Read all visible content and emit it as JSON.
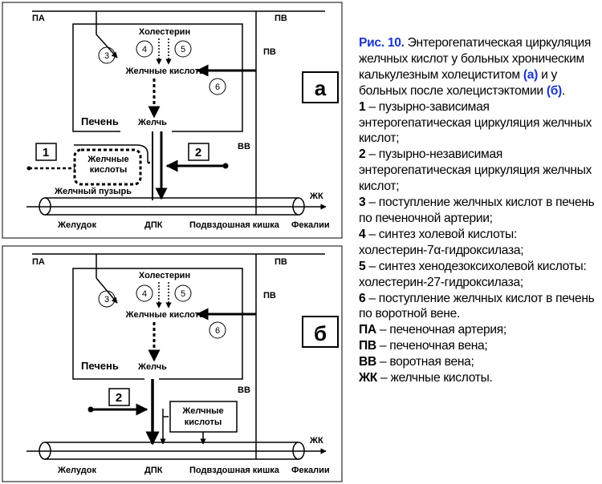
{
  "panel_a": {
    "tag": "а",
    "top_left": "ПА",
    "top_right": "ПВ",
    "pv_label": "ПВ",
    "cholesterol": "Холестерин",
    "bile_acids": "Желчные кислоты",
    "liver": "Печень",
    "bile": "Желчь",
    "gallbladder_acids_1": "Желчные",
    "gallbladder_acids_2": "кислоты",
    "gallbladder": "Желчный пузырь",
    "vv": "ВВ",
    "zhk": "ЖК",
    "stomach": "Желудок",
    "dpk": "ДПК",
    "ileum": "Подвздошная кишка",
    "feces": "Фекалии",
    "circle_3": "3",
    "circle_4": "4",
    "circle_5": "5",
    "circle_6": "6",
    "box_1": "1",
    "box_2": "2"
  },
  "panel_b": {
    "tag": "б",
    "top_left": "ПА",
    "top_right": "ПВ",
    "pv_label": "ПВ",
    "cholesterol": "Холестерин",
    "bile_acids": "Желчные кислоты",
    "liver": "Печень",
    "bile": "Желчь",
    "box_acids_1": "Желчные",
    "box_acids_2": "кислоты",
    "vv": "ВВ",
    "zhk": "ЖК",
    "stomach": "Желудок",
    "dpk": "ДПК",
    "ileum": "Подвздошная кишка",
    "feces": "Фекалии",
    "circle_3": "3",
    "circle_4": "4",
    "circle_5": "5",
    "circle_6": "6",
    "box_2": "2"
  },
  "caption": {
    "title": "Рис. 10.",
    "text1": " Энтерогепатическая циркуляция желчных кислот у больных хроническим калькулезным холециститом ",
    "a": "(а)",
    "text2": " и у больных после холецистэктомии ",
    "b": "(б)",
    "text3": ".",
    "l1k": "1",
    "l1v": " – пузырно-зависимая энтерогепатическая циркуляция желчных кислот;",
    "l2k": "2",
    "l2v": " – пузырно-независимая энтерогепатическая циркуляция желчных кислот;",
    "l3k": "3",
    "l3v": " – поступление желчных кислот в печень по печеночной артерии;",
    "l4k": "4",
    "l4v": " – синтез холевой кислоты: холестерин-7α-гидроксилаза;",
    "l5k": "5",
    "l5v": " – синтез хенодезоксихолевой кислоты: холестерин-27-гидроксилаза;",
    "l6k": "6",
    "l6v": " – поступление желчных кислот в печень по воротной вене.",
    "pak": "ПА",
    "pav": " – печеночная артерия;",
    "pvk": "ПВ",
    "pvv": " – печеночная вена;",
    "vvk": "ВВ",
    "vvv": " – воротная вена;",
    "zhkk": "ЖК",
    "zhkv": " – желчные кислоты."
  }
}
